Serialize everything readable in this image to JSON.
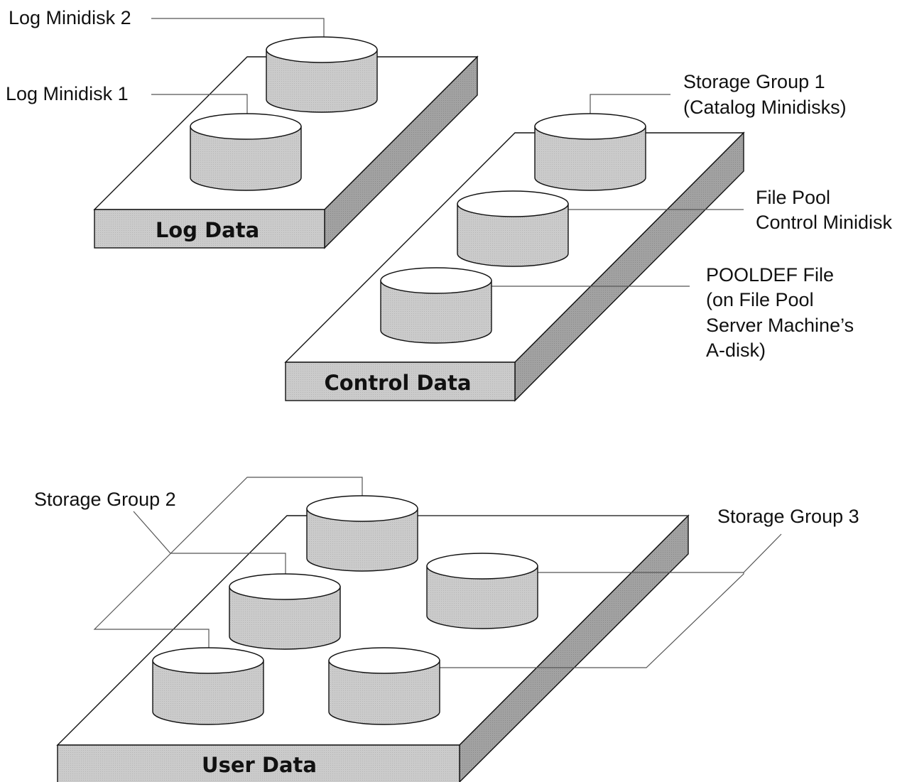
{
  "colors": {
    "disk_fill": "#c7c7c7",
    "disk_top": "#ffffff",
    "platform_front": "#c7c7c7",
    "platform_side": "#9d9d9d",
    "platform_top": "#ffffff",
    "outline": "#111111",
    "leader": "#555555"
  },
  "platforms": {
    "log": {
      "label": "Log Data"
    },
    "control": {
      "label": "Control Data"
    },
    "user": {
      "label": "User Data"
    }
  },
  "labels": {
    "log_minidisk_2": "Log Minidisk 2",
    "log_minidisk_1": "Log Minidisk 1",
    "storage_group_1": [
      "Storage Group 1",
      "(Catalog Minidisks)"
    ],
    "file_pool_control": [
      "File Pool",
      "Control Minidisk"
    ],
    "pooldef_file": [
      "POOLDEF File",
      "(on File Pool",
      "Server Machine’s",
      "A-disk)"
    ],
    "storage_group_2": "Storage Group 2",
    "storage_group_3": "Storage Group 3"
  }
}
